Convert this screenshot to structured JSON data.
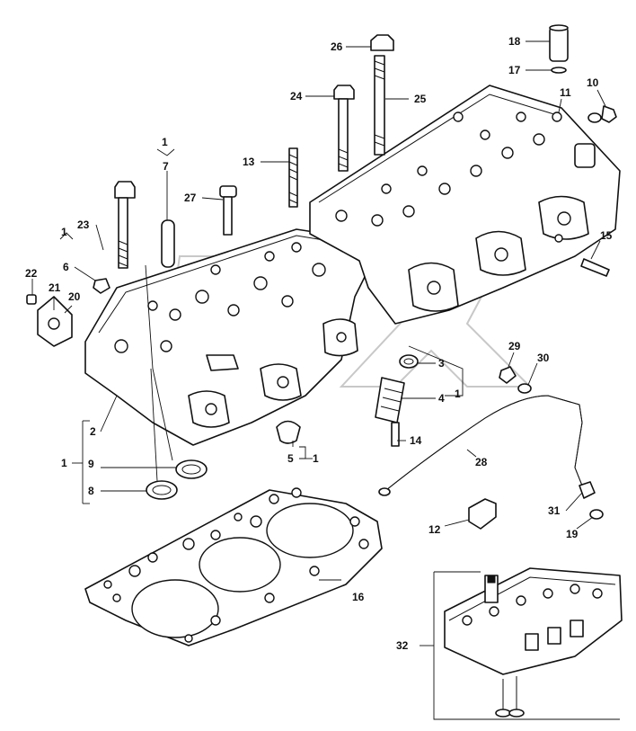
{
  "labels": {
    "l1a": "1",
    "l7": "7",
    "l1b": "1",
    "l6": "6",
    "l22": "22",
    "l21": "21",
    "l20": "20",
    "l23": "23",
    "l27": "27",
    "l13": "13",
    "l24": "24",
    "l26": "26",
    "l25": "25",
    "l18": "18",
    "l17": "17",
    "l11": "11",
    "l10": "10",
    "l15": "15",
    "l29": "29",
    "l30": "30",
    "l3": "3",
    "l4": "4",
    "l1c": "1",
    "l14": "14",
    "l28": "28",
    "l31": "31",
    "l19": "19",
    "l12": "12",
    "l2": "2",
    "l9": "9",
    "l1d": "1",
    "l8": "8",
    "l5": "5",
    "l1e": "1",
    "l16": "16",
    "l32": "32"
  }
}
